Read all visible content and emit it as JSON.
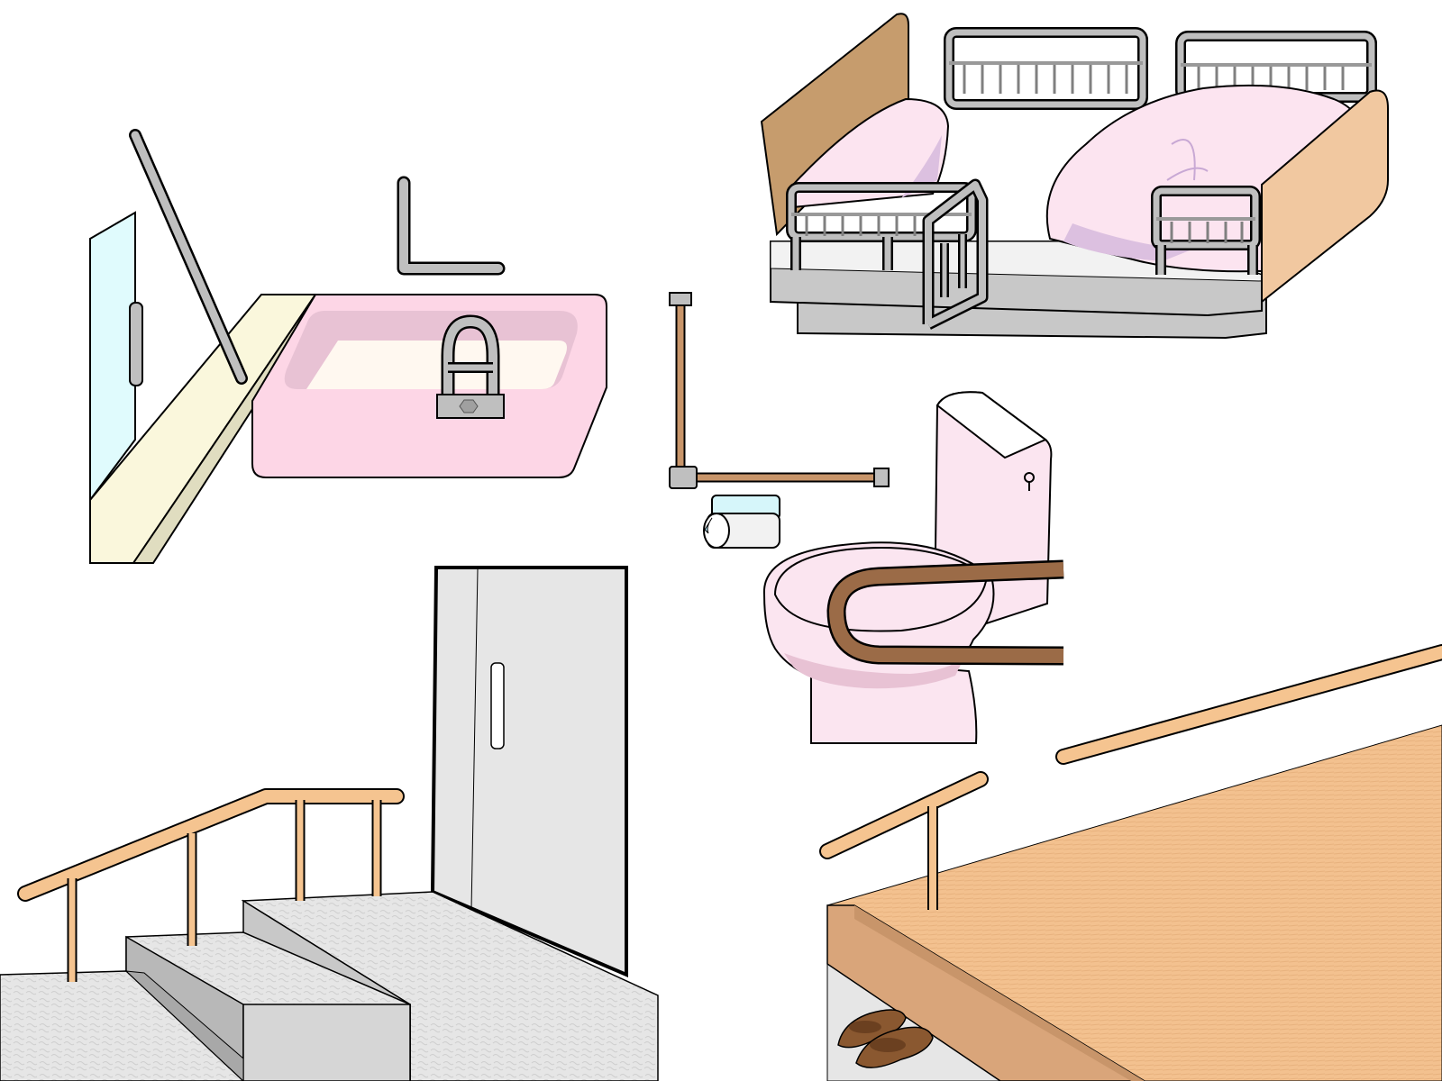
{
  "illustration": {
    "panels": [
      {
        "name": "bathroom-bath",
        "items": [
          "sliding-glass-door",
          "diagonal-grab-bar",
          "l-shaped-grab-bar",
          "bathtub",
          "bath-step-grip"
        ]
      },
      {
        "name": "bedroom-beds",
        "items": [
          "care-bed",
          "care-bed",
          "bed-side-rails",
          "standing-assist-rail"
        ]
      },
      {
        "name": "toilet-room",
        "items": [
          "l-shaped-wall-grab-bar",
          "toilet-paper-holder",
          "toilet",
          "flip-up-armrest"
        ]
      },
      {
        "name": "entrance-stairs",
        "items": [
          "stair-handrail",
          "stairs",
          "door"
        ]
      },
      {
        "name": "entrance-hall",
        "items": [
          "wall-handrail",
          "step-handrail",
          "raised-floor",
          "shoes"
        ]
      }
    ],
    "colors": {
      "tub": "#fdd6e6",
      "tub_inner": "#e8c2d4",
      "metal": "#bfbfbf",
      "wood_rail": "#f5c490",
      "wood_dark": "#c8956a",
      "headboard": "#c69c6d",
      "bedding": "#fce4f0",
      "mattress": "#c8c8c8",
      "glass": "#e0fbfd",
      "floor_strip": "#faf7dc",
      "toilet": "#fbe5f0",
      "armrest": "#9b6b47",
      "stone": "#e6e6e6",
      "hall_floor": "#f3c18f",
      "step_face": "#d9a57a",
      "shoe": "#8a5830",
      "door": "#e6e6e6"
    }
  }
}
